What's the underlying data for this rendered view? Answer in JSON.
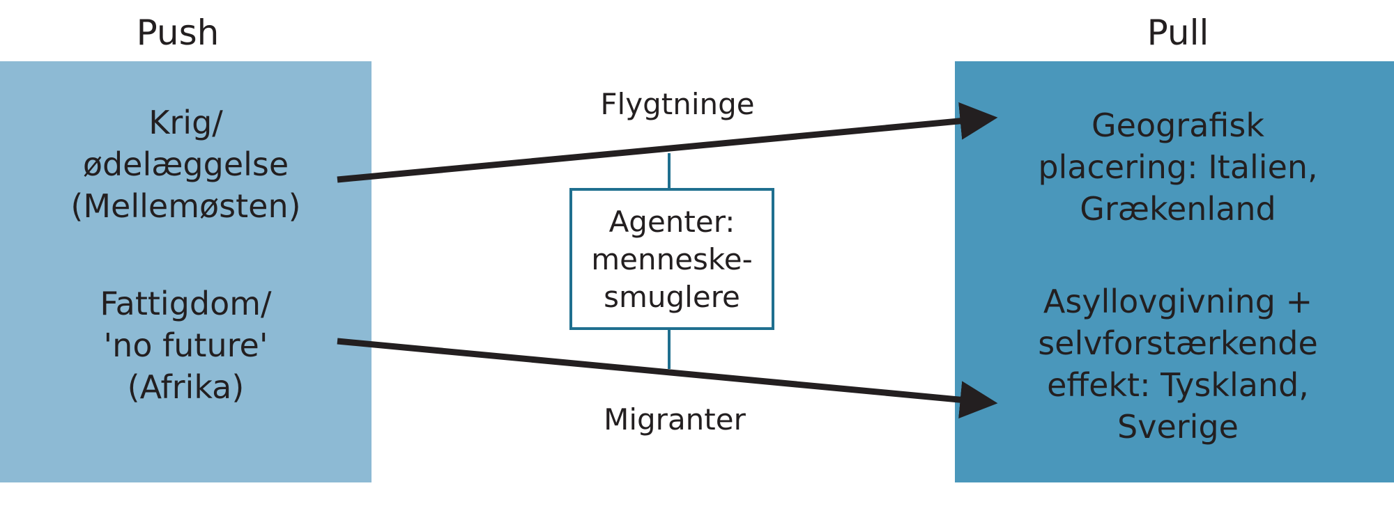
{
  "headings": {
    "push": "Push",
    "pull": "Pull"
  },
  "push": {
    "cause_1": "Krig/\nødelæggelse\n(Mellemøsten)",
    "cause_2": "Fattigdom/\n'no future'\n(Afrika)"
  },
  "pull": {
    "factor_1": "Geografisk\nplacering: Italien,\nGrækenland",
    "factor_2": "Asyllovgivning +\nselvforstærkende\neffekt: Tyskland,\nSverige"
  },
  "flows": {
    "top_label": "Flygtninge",
    "bottom_label": "Migranter"
  },
  "agent": {
    "label": "Agenter:\nmenneske-\nsmuglere"
  },
  "colors": {
    "push_panel": "#8dbad4",
    "pull_panel": "#4a97bb",
    "arrow": "#231f20",
    "agent_border": "#1f6f8f"
  }
}
